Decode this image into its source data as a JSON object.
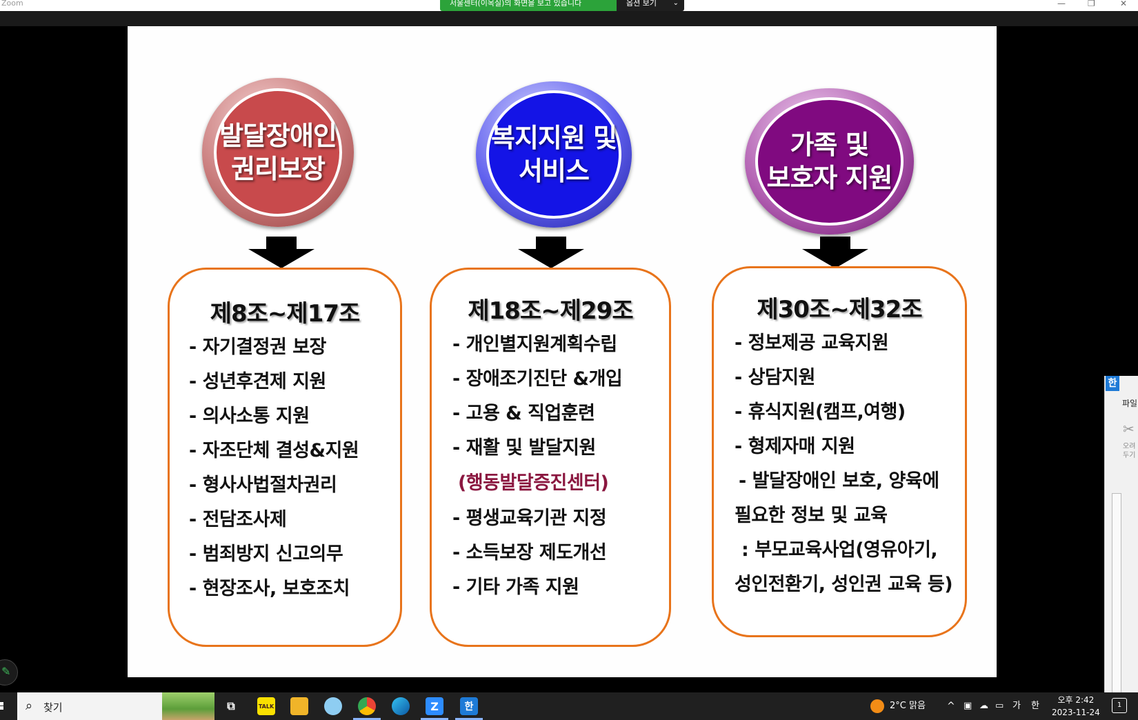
{
  "window": {
    "app_name": "Zoom",
    "share_banner": "서울센터(이목실)의 화면을 보고 있습니다",
    "view_options": "옵션 보기",
    "controls": {
      "minimize": "—",
      "restore": "❐",
      "close": "✕"
    }
  },
  "slide": {
    "columns": [
      {
        "circle_label": "발달장애인\n권리보장",
        "circle_color": "#c84a4c",
        "title": "제8조~제17조",
        "items": [
          "- 자기결정권 보장",
          "- 성년후견제 지원",
          "- 의사소통 지원",
          "- 자조단체 결성&지원",
          "- 형사사법절차권리",
          "- 전담조사제",
          "- 범죄방지 신고의무",
          "- 현장조사, 보호조치"
        ]
      },
      {
        "circle_label": "복지지원 및\n서비스",
        "circle_color": "#1414e6",
        "title": "제18조~제29조",
        "items": [
          "- 개인별지원계획수립",
          "- 장애조기진단 &개입",
          "- 고용 & 직업훈련",
          "- 재활 및 발달지원",
          "(행동발달증진센터)",
          "- 평생교육기관 지정",
          "- 소득보장 제도개선",
          "- 기타 가족 지원"
        ]
      },
      {
        "circle_label": "가족 및\n보호자 지원",
        "circle_color": "#800a80",
        "title": "제30조~제32조",
        "items": [
          "- 정보제공 교육지원",
          "- 상담지원",
          "- 휴식지원(캠프,여행)",
          "- 형제자매 지원",
          "- 발달장애인 보호, 양육에",
          "필요한 정보 및 교육",
          ": 부모교육사업(영유아기,",
          "성인전환기, 성인권 교육 등)"
        ]
      }
    ],
    "border_color": "#e8741b"
  },
  "side_app": {
    "logo": "한",
    "tab": "파일",
    "cut_label_1": "오려",
    "cut_label_2": "두기"
  },
  "taskbar": {
    "search_placeholder": "찾기",
    "kakao_label": "TALK",
    "zoom_label": "Z",
    "hwp_label": "한",
    "weather": "2°C  맑음",
    "ime": "가",
    "ime2": "한",
    "clock_time": "오후 2:42",
    "clock_date": "2023-11-24",
    "notifications": "1"
  }
}
